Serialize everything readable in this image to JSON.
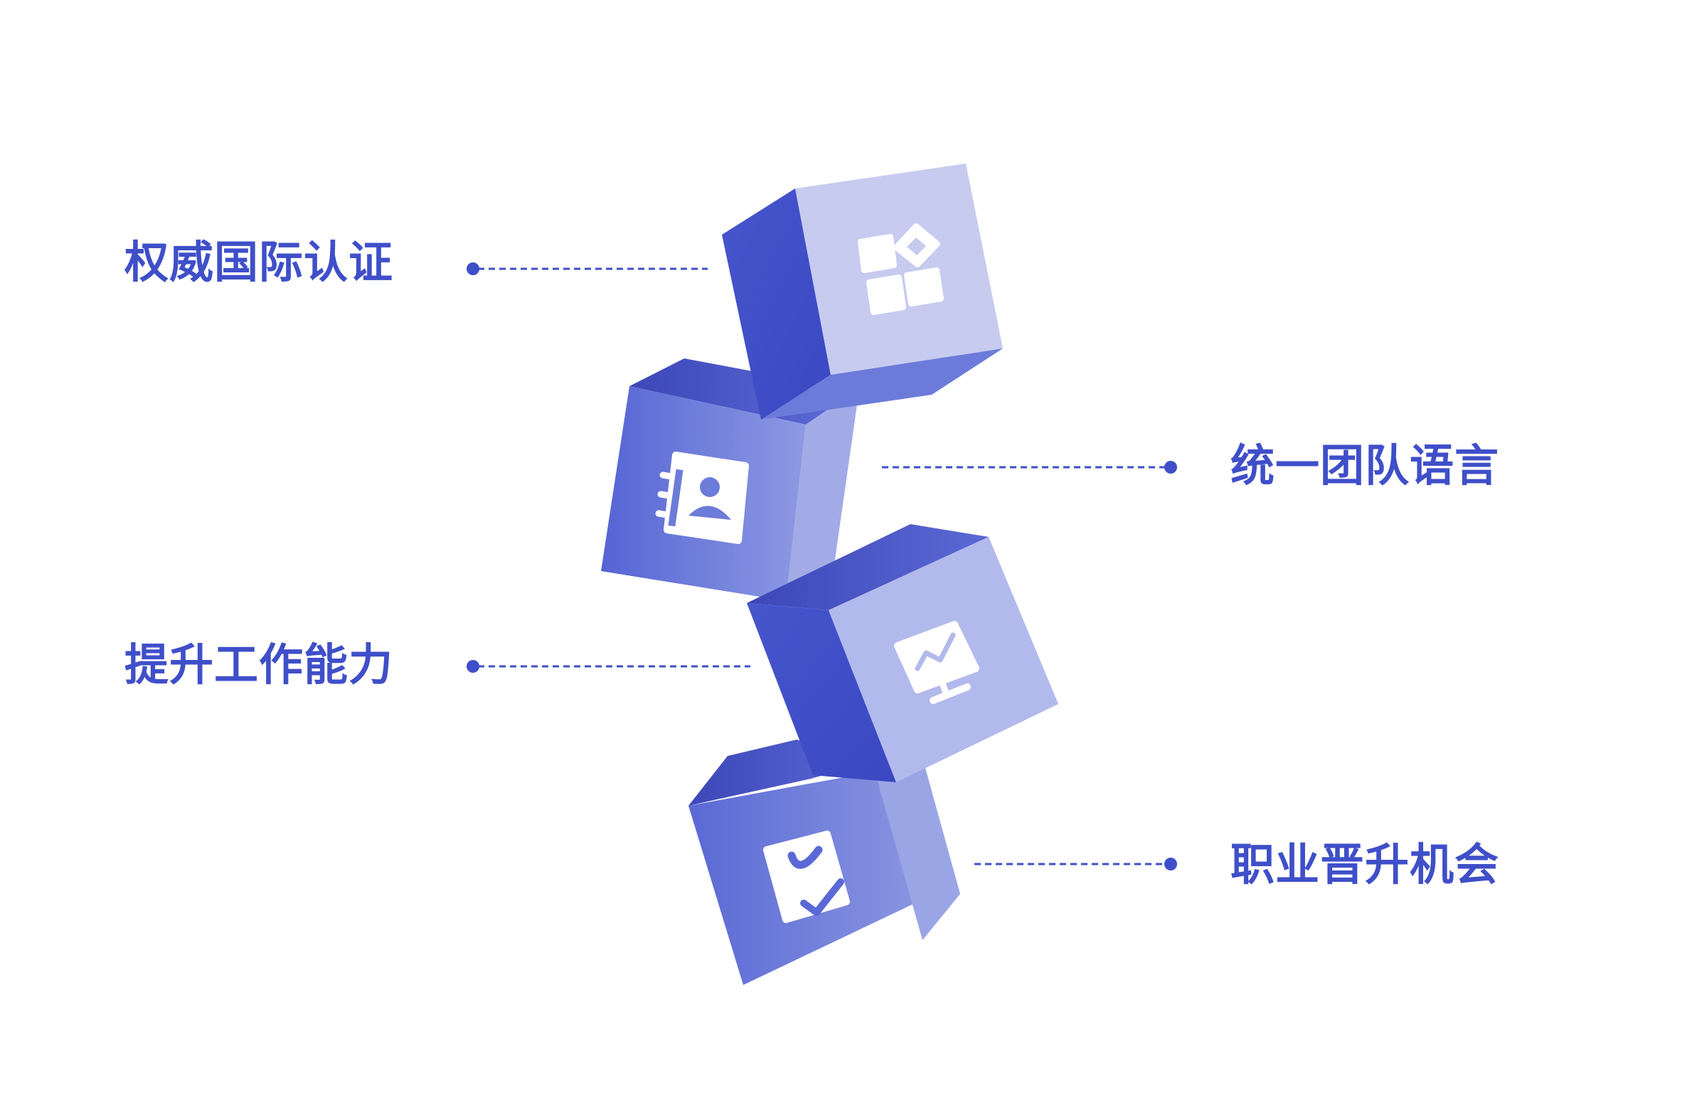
{
  "features": [
    {
      "label": "权威国际认证",
      "icon": "puzzle-grid-icon"
    },
    {
      "label": "统一团队语言",
      "icon": "contact-card-icon"
    },
    {
      "label": "提升工作能力",
      "icon": "monitor-chart-icon"
    },
    {
      "label": "职业晋升机会",
      "icon": "shopping-bag-check-icon"
    }
  ],
  "colors": {
    "label": "#3f4fc9",
    "connector": "#3f4fc9",
    "cube_dark": "#3e4ec8",
    "cube_mid": "#6f7edb",
    "cube_light": "#c7cbef"
  }
}
